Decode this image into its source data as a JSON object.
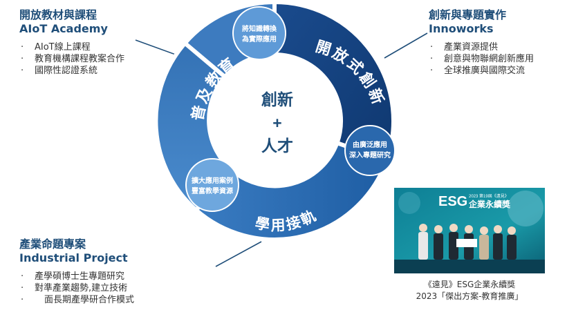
{
  "blocks": {
    "top_left": {
      "title": "開放教材與課程",
      "subtitle": "AIoT Academy",
      "items": [
        "AIoT線上課程",
        "教育機構課程教案合作",
        "國際性認證系統"
      ]
    },
    "top_right": {
      "title": "創新與專題實作",
      "subtitle": "Innoworks",
      "items": [
        "產業資源提供",
        "創意與物聯網創新應用",
        "全球推廣與國際交流"
      ]
    },
    "bottom_left": {
      "title": "產業命題專案",
      "subtitle": "Industrial Project",
      "items": [
        "產學碩博士生專題研究",
        "對準產業趨勢,建立技術",
        "面長期產學研合作模式"
      ]
    }
  },
  "cycle": {
    "center": {
      "line1": "創新",
      "plus": "+",
      "line2": "人才"
    },
    "arcs": {
      "top_left": "普及教育",
      "top_right": "開放式創新",
      "bottom": "學用接軌"
    },
    "bubbles": {
      "top": [
        "將知識轉換",
        "為實際應用"
      ],
      "right": [
        "由廣泛應用",
        "深入專題研究"
      ],
      "left": [
        "擴大應用案例",
        "豐富教學資源"
      ]
    }
  },
  "photo": {
    "banner_esg": "ESG",
    "banner_sub": "2023 第19屆《遠見》",
    "banner_title": "企業永續獎"
  },
  "caption": {
    "line1": "《遠見》ESG企業永續獎",
    "line2": "2023「傑出方案-教育推廣」"
  },
  "colors": {
    "dark_navy": "#123f7c",
    "mid_blue": "#2a68ad",
    "light_blue": "#4d8dcf",
    "bubble": "#5e9ad7",
    "heading": "#1f4e79",
    "connector": "#1f4e79"
  }
}
